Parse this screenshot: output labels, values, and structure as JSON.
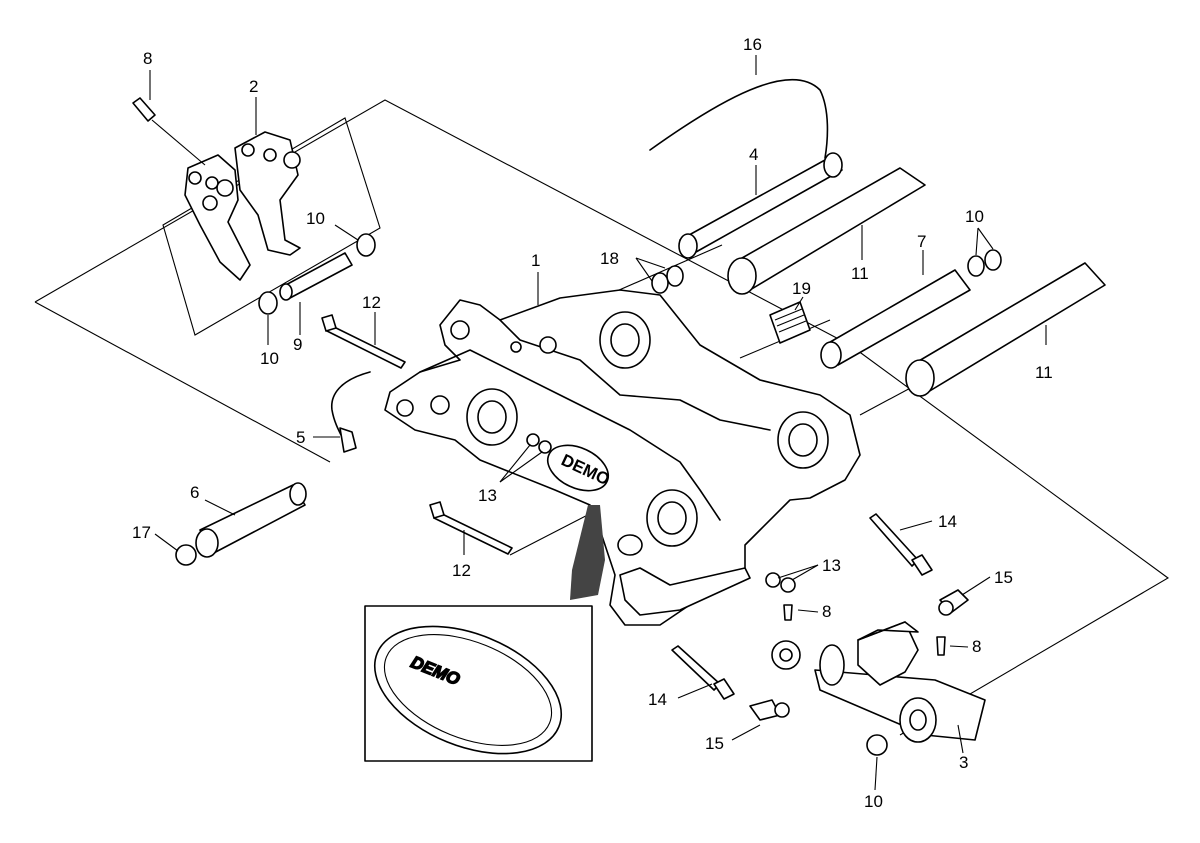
{
  "callouts": [
    {
      "id": "c8a",
      "text": "8"
    },
    {
      "id": "c2",
      "text": "2"
    },
    {
      "id": "c16",
      "text": "16"
    },
    {
      "id": "c4",
      "text": "4"
    },
    {
      "id": "c10a",
      "text": "10"
    },
    {
      "id": "c10b",
      "text": "10"
    },
    {
      "id": "c9",
      "text": "9"
    },
    {
      "id": "c12a",
      "text": "12"
    },
    {
      "id": "c5",
      "text": "5"
    },
    {
      "id": "c6",
      "text": "6"
    },
    {
      "id": "c17",
      "text": "17"
    },
    {
      "id": "c1",
      "text": "1"
    },
    {
      "id": "c18",
      "text": "18"
    },
    {
      "id": "c11a",
      "text": "11"
    },
    {
      "id": "c7",
      "text": "7"
    },
    {
      "id": "c10c",
      "text": "10"
    },
    {
      "id": "c19",
      "text": "19"
    },
    {
      "id": "c11b",
      "text": "11"
    },
    {
      "id": "c13a",
      "text": "13"
    },
    {
      "id": "c12b",
      "text": "12"
    },
    {
      "id": "c14a",
      "text": "14"
    },
    {
      "id": "c15a",
      "text": "15"
    },
    {
      "id": "c13b",
      "text": "13"
    },
    {
      "id": "c8b",
      "text": "8"
    },
    {
      "id": "c8c",
      "text": "8"
    },
    {
      "id": "c14b",
      "text": "14"
    },
    {
      "id": "c15b",
      "text": "15"
    },
    {
      "id": "c3",
      "text": "3"
    },
    {
      "id": "c10d",
      "text": "10"
    }
  ],
  "brand_text": "DEMO"
}
